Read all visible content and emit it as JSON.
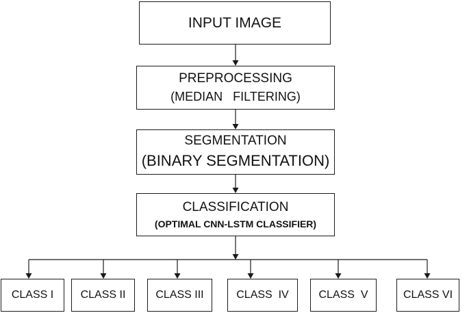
{
  "title_box": {
    "label": "INPUT IMAGE"
  },
  "stages": [
    {
      "id": "preprocessing",
      "title": "PREPROCESSING",
      "subtitle": "(MEDIAN   FILTERING)"
    },
    {
      "id": "segmentation",
      "title": "SEGMENTATION",
      "subtitle": "(BINARY SEGMENTATION)"
    },
    {
      "id": "classification",
      "title": "CLASSIFICATION",
      "subtitle": "(OPTIMAL CNN-LSTM CLASSIFIER)"
    }
  ],
  "classes": [
    "CLASS I",
    "CLASS II",
    "CLASS III",
    "CLASS  IV",
    "CLASS  V",
    "CLASS VI"
  ],
  "colors": {
    "stroke": "#1a1a1a",
    "background": "#ffffff"
  }
}
